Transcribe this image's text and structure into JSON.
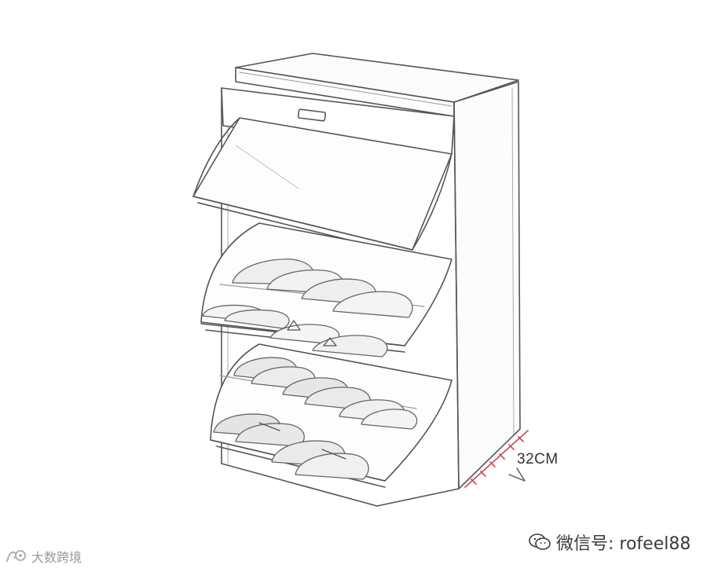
{
  "illustration": {
    "dimension_label": "32CM",
    "watermark_right": "微信号: rofeel88",
    "watermark_left": "大数跨境",
    "icons": {
      "wechat": "wechat-icon",
      "logo": "brand-logo-icon"
    },
    "colors": {
      "stroke": "#555555",
      "dimension": "#d0505a",
      "watermark": "#3c3c3c"
    }
  }
}
